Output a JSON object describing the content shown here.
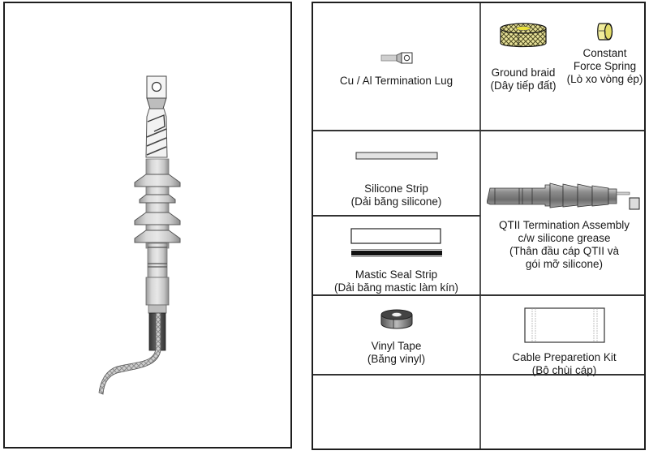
{
  "termination_illustration": {
    "description": "QTII cold-shrink cable termination assembled"
  },
  "components": {
    "lug": {
      "label": "Cu / Al Termination Lug",
      "icon": "termination-lug-icon"
    },
    "ground_braid": {
      "label_en": "Ground braid",
      "label_vi": "(Dây tiếp đất)",
      "icon": "ground-braid-icon"
    },
    "spring": {
      "label_en_1": "Constant",
      "label_en_2": "Force Spring",
      "label_vi": "(Lò xo vòng ép)",
      "icon": "constant-force-spring-icon"
    },
    "silicone_strip": {
      "label_en": "Silicone Strip",
      "label_vi": "(Dải băng silicone)",
      "icon": "silicone-strip-icon"
    },
    "mastic": {
      "label_en": "Mastic Seal Strip",
      "label_vi": "(Dải băng mastic làm kín)",
      "icon": "mastic-seal-strip-icon"
    },
    "assembly": {
      "label_1": "QTII Termination Assembly",
      "label_2": "c/w silicone grease",
      "label_3": "(Thân đầu cáp QTII và",
      "label_4": "gói mỡ silicone)",
      "icon": "termination-assembly-icon"
    },
    "vinyl": {
      "label_en": "Vinyl Tape",
      "label_vi": "(Băng vinyl)",
      "icon": "vinyl-tape-icon"
    },
    "prep_kit": {
      "label_en": "Cable Preparetion Kit",
      "label_vi": "(Bộ chùi cáp)",
      "icon": "cable-prep-kit-icon"
    }
  }
}
